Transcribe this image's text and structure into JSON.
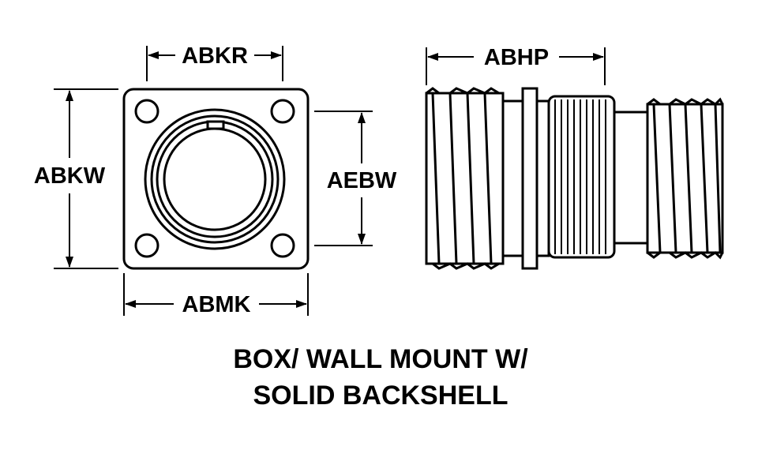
{
  "dimensions": {
    "abkr": "ABKR",
    "abkw": "ABKW",
    "aebw": "AEBW",
    "abmk": "ABMK",
    "abhp": "ABHP"
  },
  "title": {
    "line1": "BOX/ WALL MOUNT W/",
    "line2": "SOLID BACKSHELL"
  }
}
